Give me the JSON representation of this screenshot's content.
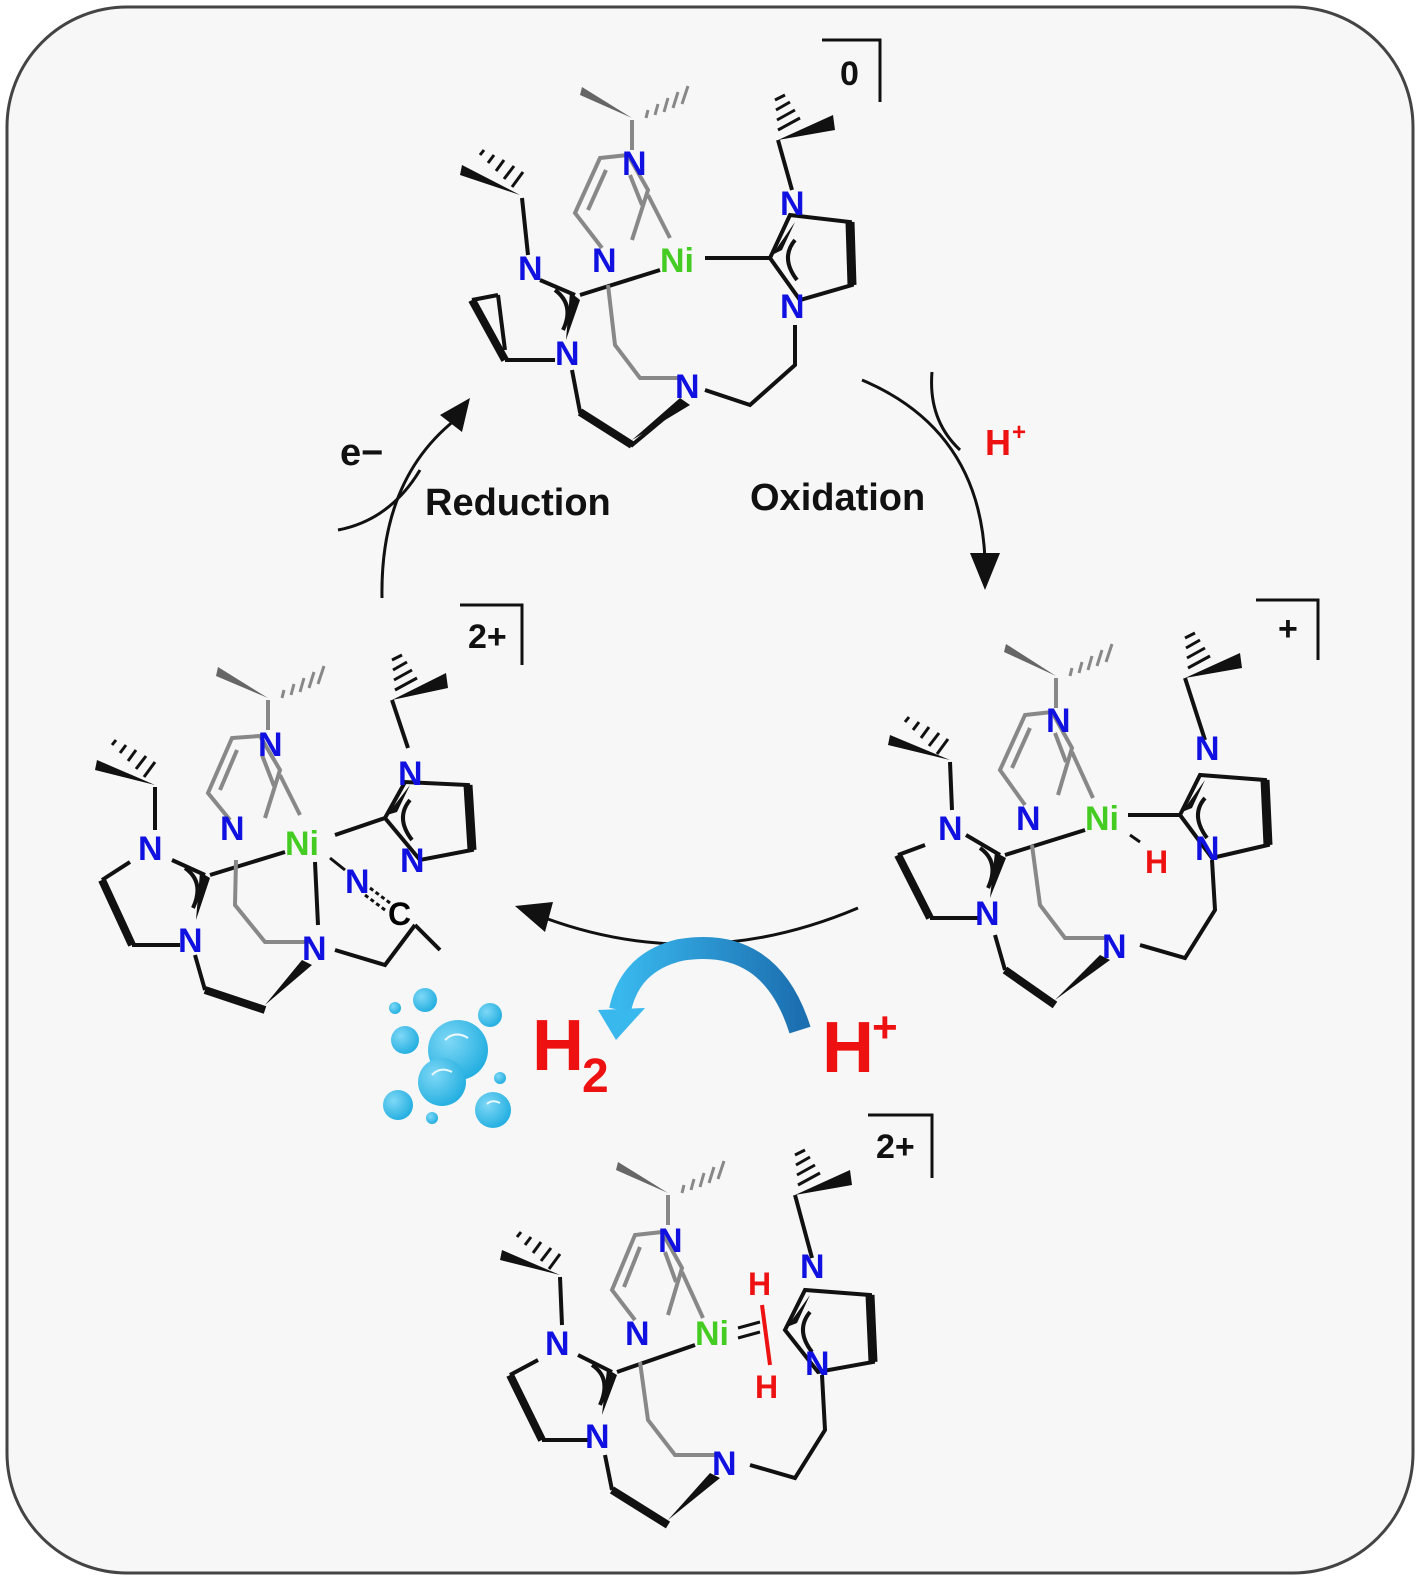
{
  "labels": {
    "reduction": "Reduction",
    "oxidation": "Oxidation",
    "electron": "e−",
    "proton_top": "H",
    "proton_top_sup": "+",
    "h2_main": "H",
    "h2_sub": "2",
    "proton_bottom": "H",
    "proton_bottom_sup": "+"
  },
  "atoms": {
    "nitrogen": "N",
    "nickel": "Ni",
    "hydrogen": "H",
    "carbon": "C"
  },
  "charges": {
    "top": "0",
    "right": "+",
    "left": "2+",
    "bottom": "2+"
  },
  "colors": {
    "nitrogen": "#1010e0",
    "nickel": "#44cc22",
    "hydrogen": "#ee1111",
    "bubbles": "#2ab7e6",
    "arrow_blue": "#1d9bd8"
  }
}
